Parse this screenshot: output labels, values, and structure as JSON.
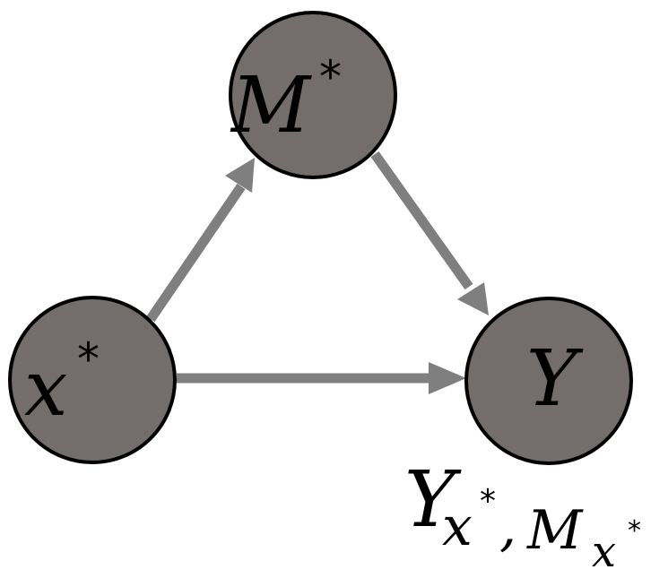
{
  "diagram": {
    "nodes": {
      "mediator": {
        "symbol": "M",
        "superscript": "*"
      },
      "exposure": {
        "symbol": "x",
        "superscript": "*"
      },
      "outcome": {
        "symbol": "Y"
      }
    },
    "edges": [
      {
        "from": "exposure",
        "to": "mediator"
      },
      {
        "from": "mediator",
        "to": "outcome"
      },
      {
        "from": "exposure",
        "to": "outcome"
      }
    ],
    "annotation": {
      "base": "Y",
      "sub_x": "x",
      "sub_x_sup": "*",
      "comma": ",",
      "sub_m": "M",
      "sub_m_sub": "x",
      "sub_m_sub_sup": "*"
    }
  }
}
